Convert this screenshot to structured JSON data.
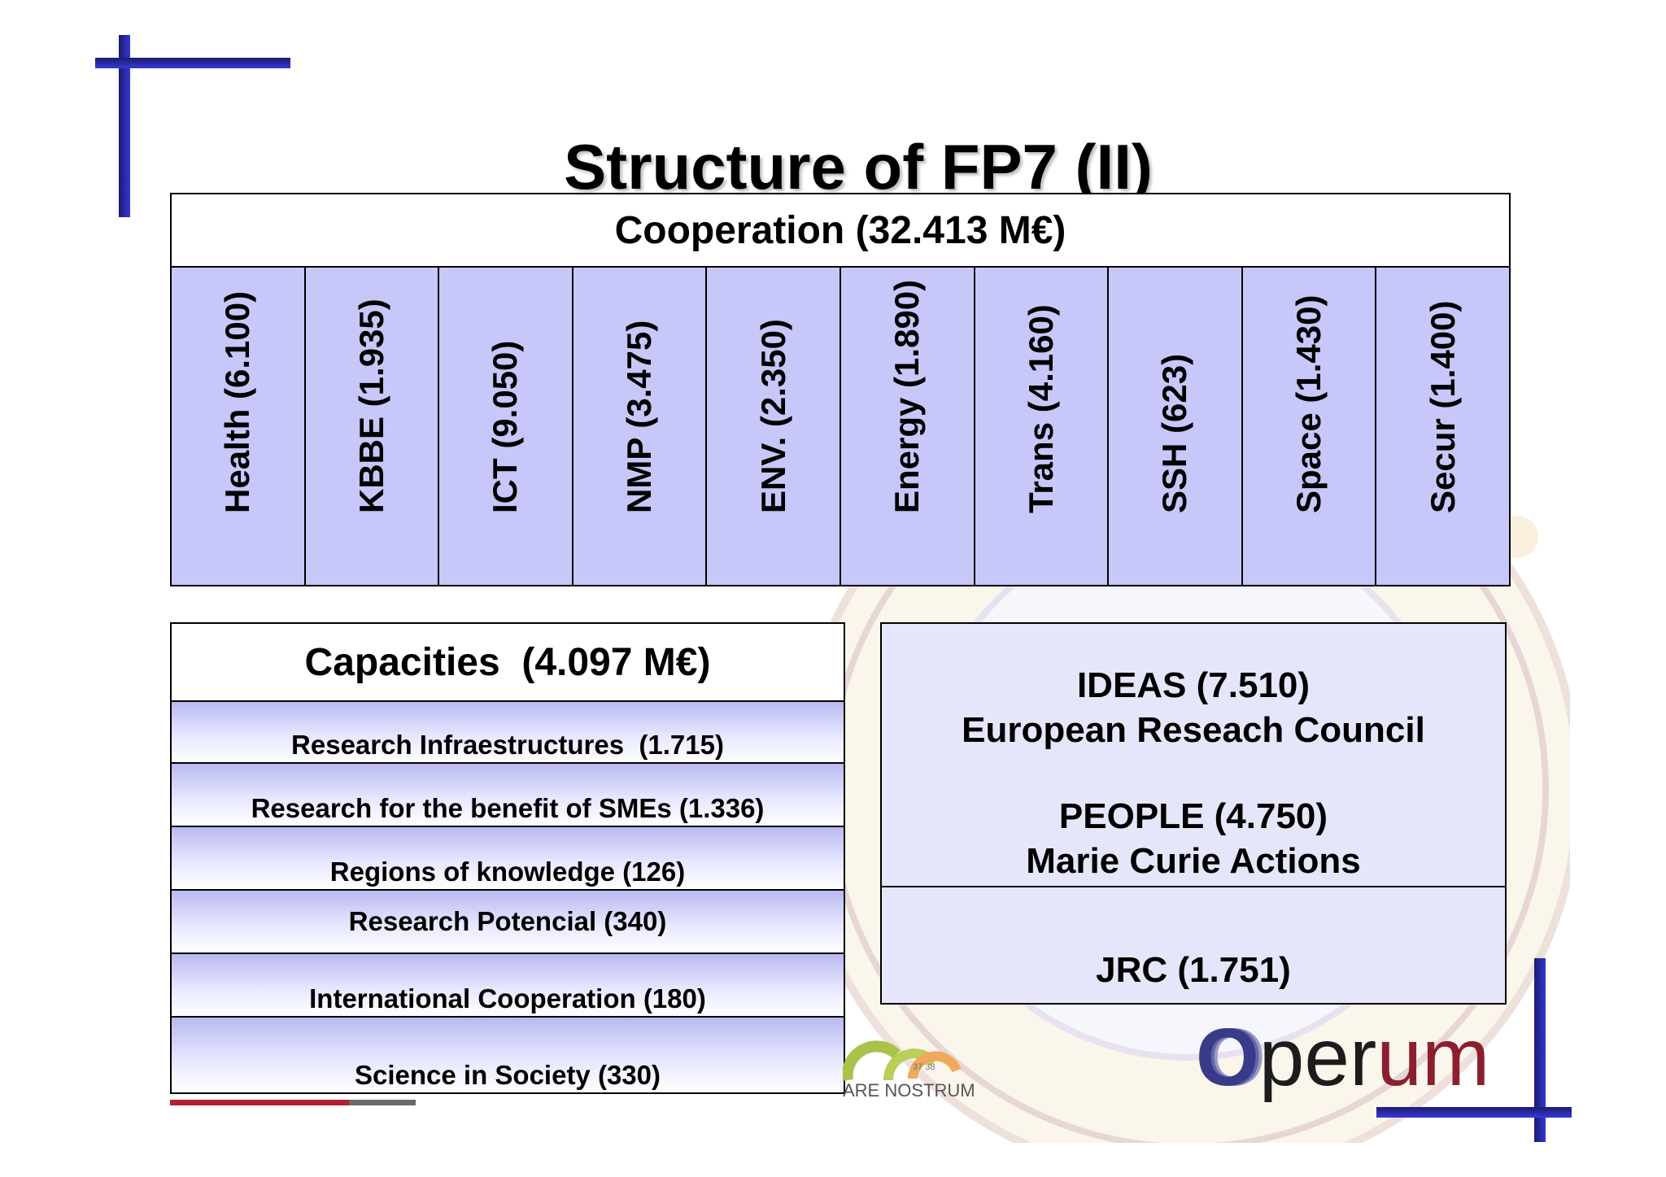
{
  "title": "Structure of FP7 (II)",
  "cooperation": {
    "heading": "Cooperation (32.413 M€)",
    "themes": [
      {
        "label": "Health (6.100)"
      },
      {
        "label": "KBBE (1.935)"
      },
      {
        "label": "ICT (9.050)"
      },
      {
        "label": "NMP (3.475)"
      },
      {
        "label": "ENV. (2.350)"
      },
      {
        "label": "Energy (1.890)"
      },
      {
        "label": "Trans (4.160)"
      },
      {
        "label": "SSH (623)"
      },
      {
        "label": "Space (1.430)"
      },
      {
        "label": "Secur (1.400)"
      }
    ]
  },
  "capacities": {
    "heading": "Capacities  (4.097 M€)",
    "items": [
      {
        "label": "Research Infraestructures  (1.715)"
      },
      {
        "label": "Research for the benefit of SMEs (1.336)"
      },
      {
        "label": "Regions of knowledge (126)"
      },
      {
        "label": "Research Potencial (340)"
      },
      {
        "label": "International Cooperation (180)"
      },
      {
        "label": "Science in Society (330)"
      }
    ]
  },
  "ideas": {
    "line1": "IDEAS (7.510)",
    "line2": "European Reseach Council"
  },
  "people": {
    "line1": "PEOPLE (4.750)",
    "line2": "Marie Curie Actions"
  },
  "jrc": {
    "line1": "JRC (1.751)"
  },
  "logos": {
    "mare_nostrum_text": "ARE NOSTRUM",
    "mare_nostrum_numbers": "37 38",
    "operum_o": "O",
    "operum_per": "per",
    "operum_um": "um"
  },
  "colors": {
    "theme_fill": "#c7c7fa",
    "right_box_fill": "#e6e6fb",
    "accent_blue": "#3535d8",
    "operum_red": "#8b1f2e",
    "underline_red": "#b32030"
  }
}
